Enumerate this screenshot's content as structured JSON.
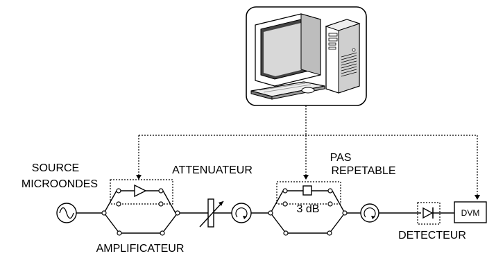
{
  "labels": {
    "source_line1": "SOURCE",
    "source_line2": "MICROONDES",
    "attenuateur": "ATTENUATEUR",
    "amplificateur": "AMPLIFICATEUR",
    "pas_line1": "PAS",
    "pas_line2": "REPETABLE",
    "three_db": "3 dB",
    "detecteur": "DETECTEUR",
    "dvm": "DVM"
  },
  "icons": {
    "computer": "desktop-computer-icon",
    "source": "ac-source-icon",
    "amplifier": "amplifier-triangle-icon",
    "attenuator": "variable-attenuator-icon",
    "isolator": "circulator-icon",
    "detector": "diode-icon"
  }
}
